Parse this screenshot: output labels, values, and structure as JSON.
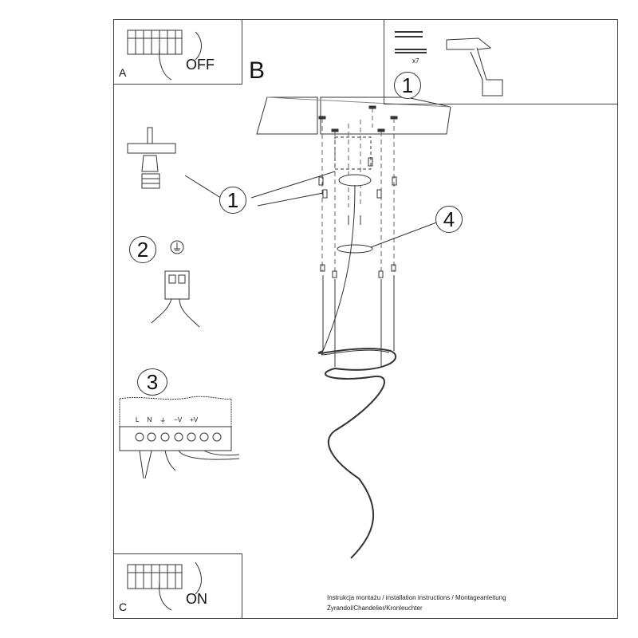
{
  "panels": {
    "a": {
      "letter": "A",
      "action": "OFF"
    },
    "b": {
      "letter": "B"
    },
    "c": {
      "letter": "C",
      "action": "ON"
    }
  },
  "tools": {
    "quantity": "x7"
  },
  "steps": {
    "one": "1",
    "two": "2",
    "three": "3",
    "four": "4"
  },
  "terminal": {
    "labels": [
      "L",
      "N",
      "⏚",
      "−V",
      "+V"
    ]
  },
  "footer": {
    "line1": "Instrukcja montażu / installation instructions / Montageanleitung",
    "line2": "Żyrandol/Chandelier/Kronleuchter"
  }
}
